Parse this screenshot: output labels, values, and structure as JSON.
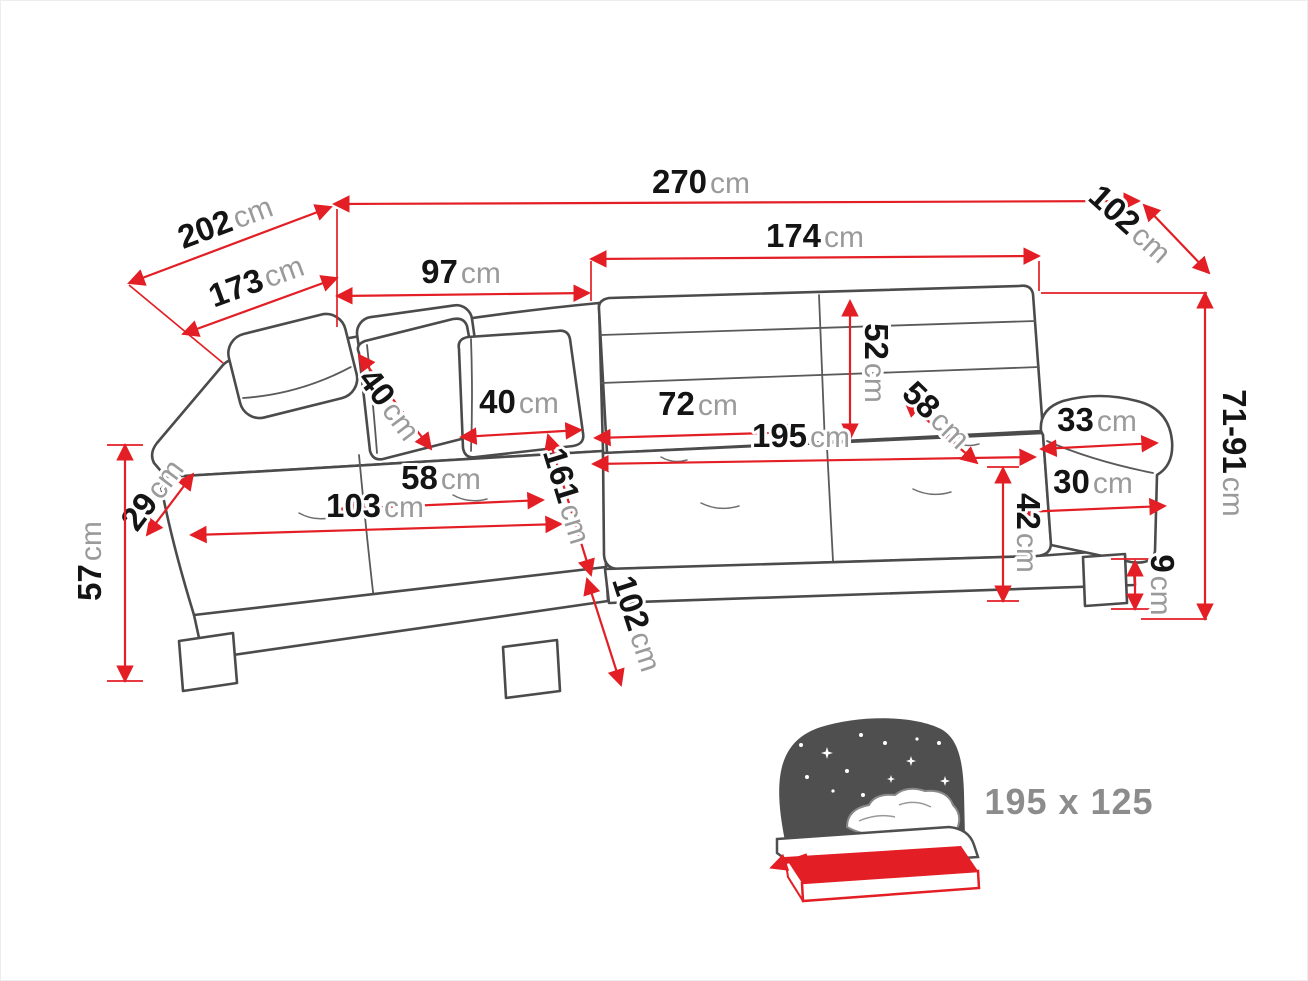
{
  "diagram": {
    "subject": "corner-sofa-bed-dimension-diagram",
    "colors": {
      "dimension_accent": "#e31e24",
      "outline": "#4b4b4b",
      "number_text": "#141414",
      "unit_text": "#9a9a9a",
      "icon_gray": "#4f4f4f"
    },
    "dims": {
      "d270": {
        "value": "270",
        "unit": "cm"
      },
      "d202": {
        "value": "202",
        "unit": "cm"
      },
      "d102_top": {
        "value": "102",
        "unit": "cm"
      },
      "d174": {
        "value": "174",
        "unit": "cm"
      },
      "d173": {
        "value": "173",
        "unit": "cm"
      },
      "d97": {
        "value": "97",
        "unit": "cm"
      },
      "d52": {
        "value": "52",
        "unit": "cm"
      },
      "d40_pillow": {
        "value": "40",
        "unit": "cm"
      },
      "d40_seat": {
        "value": "40",
        "unit": "cm"
      },
      "d72": {
        "value": "72",
        "unit": "cm"
      },
      "d195": {
        "value": "195",
        "unit": "cm"
      },
      "d58_back": {
        "value": "58",
        "unit": "cm"
      },
      "d33": {
        "value": "33",
        "unit": "cm"
      },
      "d30": {
        "value": "30",
        "unit": "cm"
      },
      "d58_seat": {
        "value": "58",
        "unit": "cm"
      },
      "d29": {
        "value": "29",
        "unit": "cm"
      },
      "d103": {
        "value": "103",
        "unit": "cm"
      },
      "d161": {
        "value": "161",
        "unit": "cm"
      },
      "d42": {
        "value": "42",
        "unit": "cm"
      },
      "d57": {
        "value": "57",
        "unit": "cm"
      },
      "d102_front": {
        "value": "102",
        "unit": "cm"
      },
      "d71_91": {
        "value": "71-91",
        "unit": "cm"
      },
      "d9": {
        "value": "9",
        "unit": "cm"
      }
    },
    "sleeping_area": {
      "label": "195 x 125"
    }
  }
}
